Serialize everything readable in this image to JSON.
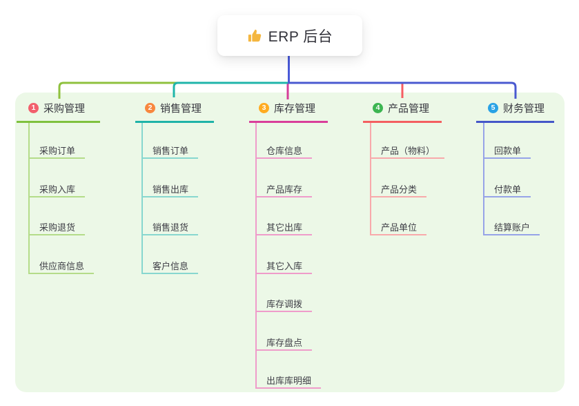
{
  "title": {
    "text": "ERP 后台",
    "icon": "thumbs-up-icon",
    "icon_color": "#f4b63f"
  },
  "canvas_bg": "#ffffff",
  "container_bg": "#ecf8e7",
  "branches": [
    {
      "num": "1",
      "label": "采购管理",
      "circle_color": "#f25f6c",
      "line_color": "#7fc13e",
      "light_color": "#b4dc89",
      "children": [
        "采购订单",
        "采购入库",
        "采购退货",
        "供应商信息"
      ]
    },
    {
      "num": "2",
      "label": "销售管理",
      "circle_color": "#f8873f",
      "line_color": "#1fb3a8",
      "light_color": "#87d7cf",
      "children": [
        "销售订单",
        "销售出库",
        "销售退货",
        "客户信息"
      ]
    },
    {
      "num": "3",
      "label": "库存管理",
      "circle_color": "#ffab21",
      "line_color": "#d93e9a",
      "light_color": "#ef9bca",
      "children": [
        "仓库信息",
        "产品库存",
        "其它出库",
        "其它入库",
        "库存调拨",
        "库存盘点",
        "出库库明细"
      ]
    },
    {
      "num": "4",
      "label": "产品管理",
      "circle_color": "#3cb551",
      "line_color": "#f45e60",
      "light_color": "#f8a9ab",
      "children": [
        "产品（物料）",
        "产品分类",
        "产品单位"
      ]
    },
    {
      "num": "5",
      "label": "财务管理",
      "circle_color": "#29a2e5",
      "line_color": "#4457c8",
      "light_color": "#96a3e8",
      "children": [
        "回款单",
        "付款单",
        "结算账户"
      ]
    }
  ],
  "connectors": {
    "trunk_color": "#4a5ad8",
    "green": "#8fc13e",
    "teal": "#1fb5aa",
    "blue": "#4a5ad0",
    "magenta": "#d63d9a",
    "red": "#f65d62"
  }
}
